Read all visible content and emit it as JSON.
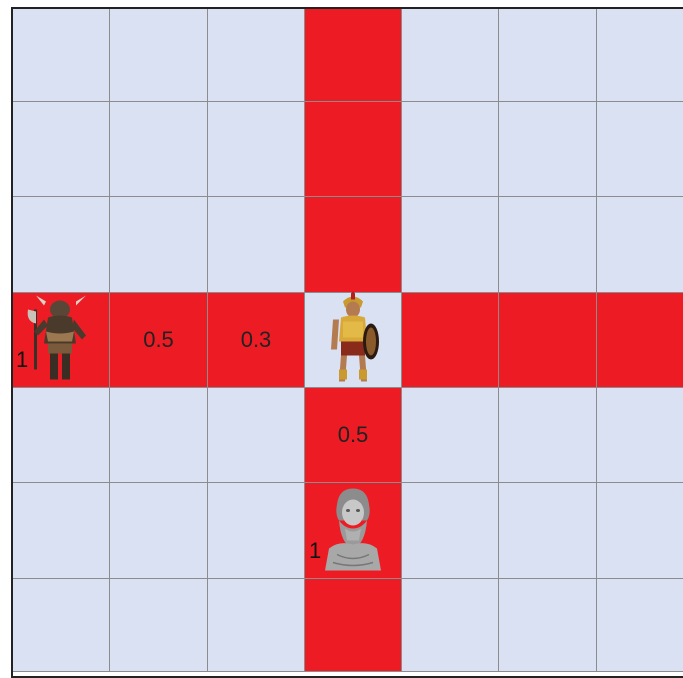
{
  "board": {
    "rows": 7,
    "cols": 7,
    "colors": {
      "empty": "#dae1f3",
      "attacked": "#ed1c24",
      "grid_line": "#8c8c8c",
      "frame": "#222222"
    },
    "attacked_cells": [
      [
        0,
        3
      ],
      [
        1,
        3
      ],
      [
        2,
        3
      ],
      [
        3,
        0
      ],
      [
        3,
        1
      ],
      [
        3,
        2
      ],
      [
        3,
        4
      ],
      [
        3,
        5
      ],
      [
        3,
        6
      ],
      [
        4,
        3
      ],
      [
        5,
        3
      ],
      [
        6,
        3
      ]
    ],
    "values": [
      {
        "r": 3,
        "c": 1,
        "text": "0.5"
      },
      {
        "r": 3,
        "c": 2,
        "text": "0.3"
      },
      {
        "r": 4,
        "c": 3,
        "text": "0.5"
      }
    ],
    "pieces": [
      {
        "r": 3,
        "c": 0,
        "icon": "minotaur-warrior-icon",
        "label": "1"
      },
      {
        "r": 3,
        "c": 3,
        "icon": "greek-hero-icon",
        "label": ""
      },
      {
        "r": 5,
        "c": 3,
        "icon": "zeus-bust-icon",
        "label": "1"
      }
    ]
  }
}
